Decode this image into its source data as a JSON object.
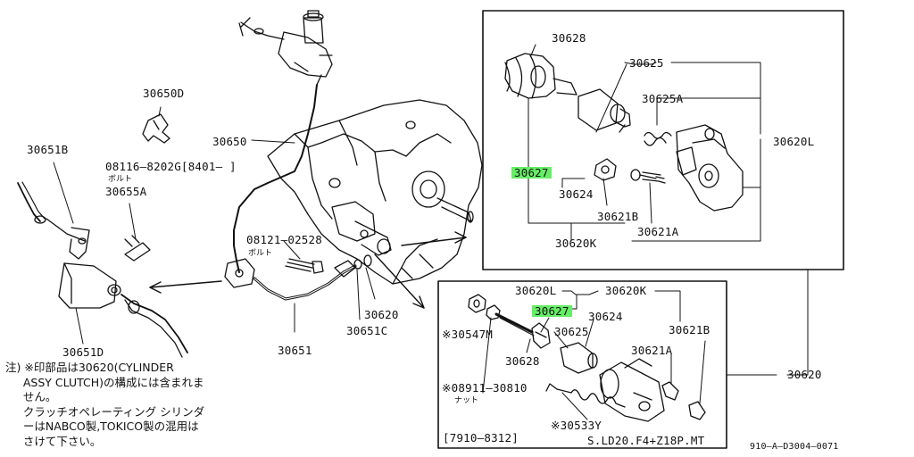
{
  "labels": {
    "p30628_top": "30628",
    "p30625_top": "30625",
    "p30625A_top": "30625A",
    "p30620L_right": "30620L",
    "p30627_top": "30627",
    "p30624_top": "30624",
    "p30621B_top": "30621B",
    "p30620K_top": "30620K",
    "p30621A_top": "30621A",
    "p30650D": "30650D",
    "p30650": "30650",
    "p30651B": "30651B",
    "p08116": "08116–8202G[8401–     ]",
    "p08116_sub": "ボルト",
    "p30655A": "30655A",
    "p08121": "08121–02528",
    "p08121_sub": "ボルト",
    "p30620_mid": "30620",
    "p30651C": "30651C",
    "p30651": "30651",
    "p30651D": "30651D",
    "p30620L_bot": "30620L",
    "p30620K_bot": "30620K",
    "p30627_bot": "30627",
    "p30624_bot": "30624",
    "p30547M": "※30547M",
    "p30625_bot": "30625",
    "p30621B_bot": "30621B",
    "p30628_bot": "30628",
    "p30621A_bot": "30621A",
    "p30620_right": "30620",
    "p08911": "※08911–30810",
    "p08911_sub": "ナット",
    "p30533Y": "※30533Y",
    "p7910": "[7910–8312]",
    "pModel": "S.LD20.F4+Z18P.MT",
    "pRef": "910–A–D3004–0071"
  },
  "note": "注) ※印部品は30620(CYLINDER\n     ASSY CLUTCH)の構成には含まれま\n     せん。\n     クラッチオペレーティング シリンダ\n     ーはNABCO製,TOKICO製の混用は\n     さけて下さい。",
  "highlight_color": "#66ee66"
}
